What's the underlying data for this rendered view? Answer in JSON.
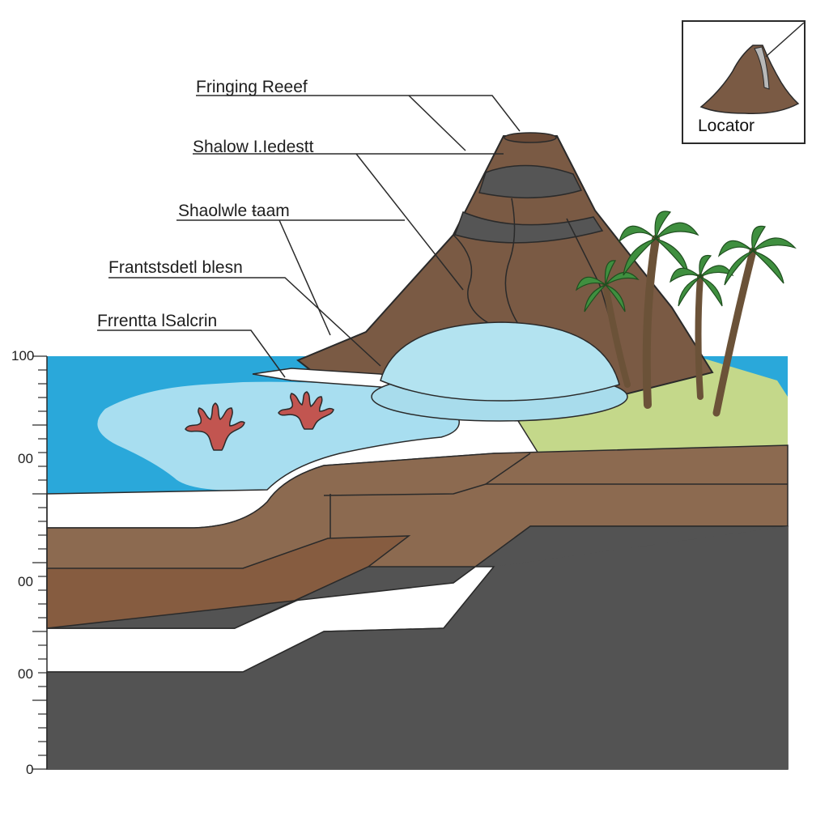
{
  "labels": [
    {
      "id": "fringing-reef",
      "text": "Fringing Reeef"
    },
    {
      "id": "shallow-deposit",
      "text": "Shalow I.Iedestt"
    },
    {
      "id": "shallow-seam",
      "text": "Shaolwle ŧaam"
    },
    {
      "id": "frontal-basin",
      "text": "Frantstsdetl blesn"
    },
    {
      "id": "frontal-salcrin",
      "text": "Frrentta lSalcrin"
    }
  ],
  "depth_scale": {
    "tick_labels": [
      "100",
      "00",
      "00",
      "00",
      "0"
    ]
  },
  "locator": {
    "label": "Locator"
  },
  "colors": {
    "ocean": "#2aa8da",
    "lagoon": "#a8def0",
    "sand": "#ffffff",
    "dome": "#b3e3f0",
    "volcano": "#7a5a44",
    "volcano_band": "#555555",
    "soil_light": "#8c6a50",
    "soil_dark": "#865c40",
    "bedrock": "#535353",
    "grass": "#c4d88a",
    "palm_leaf": "#3f8f3f",
    "palm_trunk": "#6b5238",
    "coral": "#c25550"
  },
  "icons": [
    "coral-icon",
    "palm-tree-icon",
    "volcano-icon"
  ]
}
